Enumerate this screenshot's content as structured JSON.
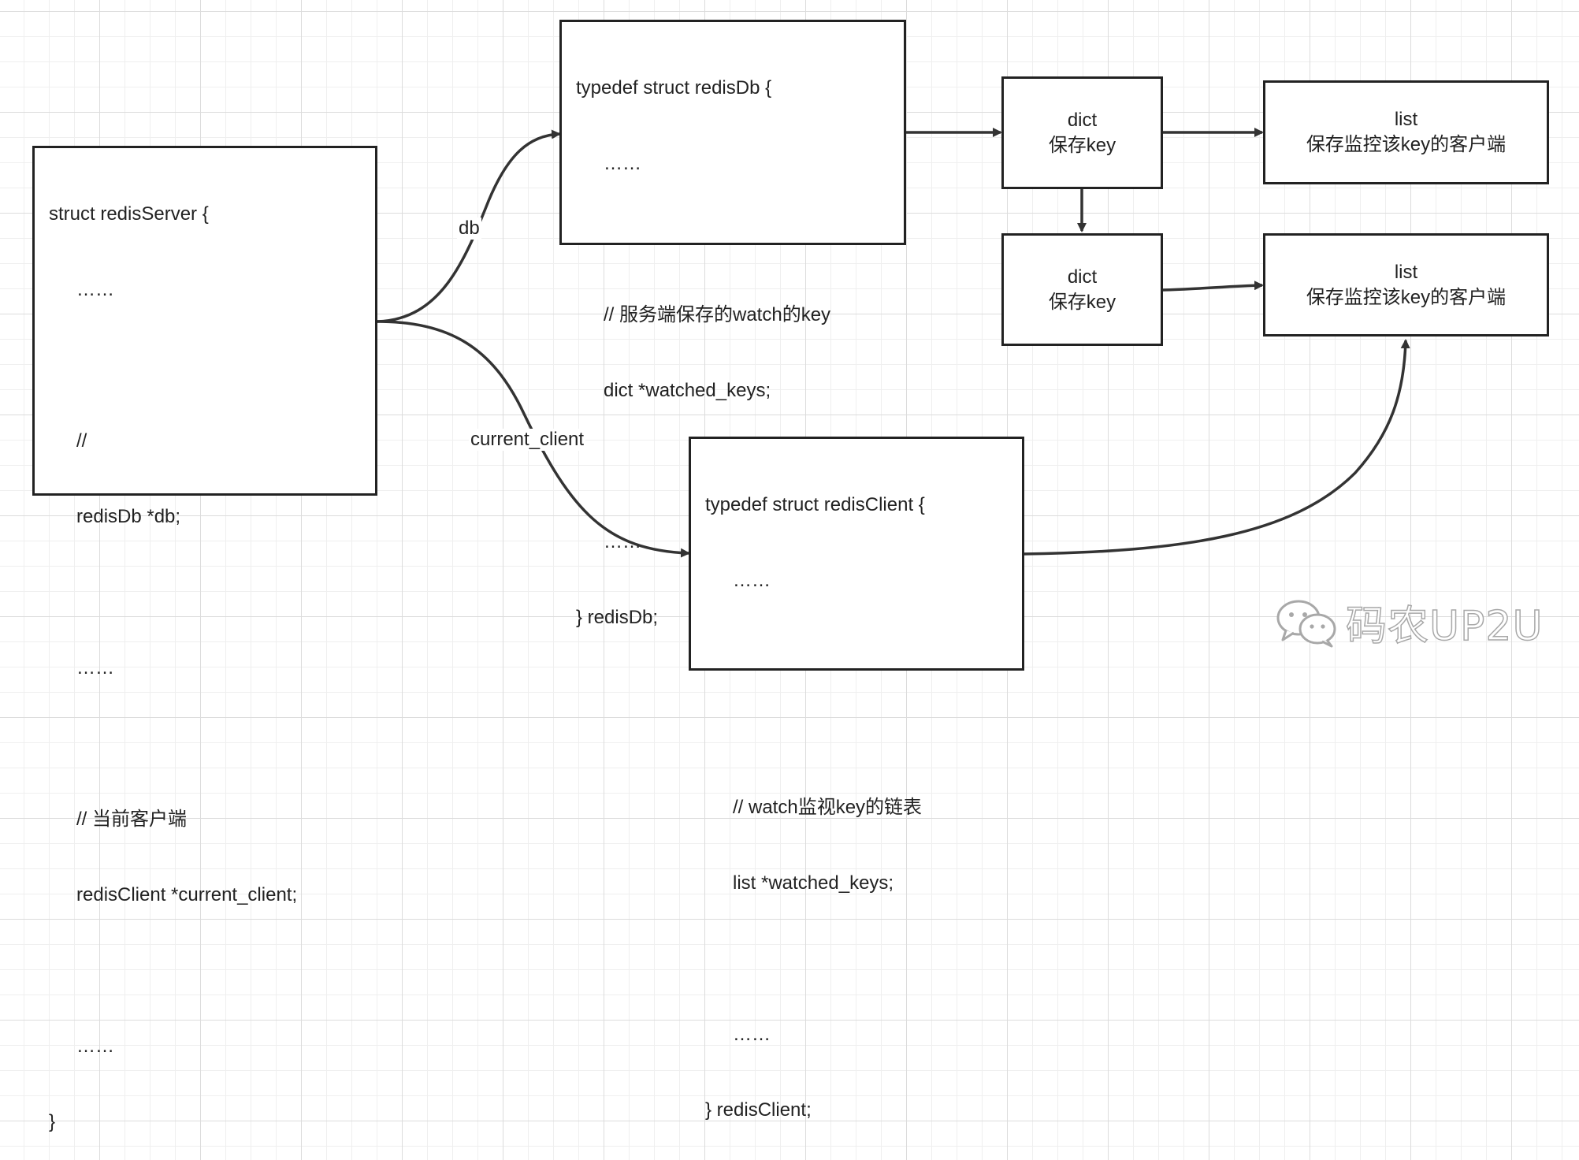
{
  "redis_server": {
    "lines": [
      "struct redisServer {",
      "……",
      "",
      "//",
      "redisDb *db;",
      "",
      "……",
      "",
      "// 当前客户端",
      "redisClient *current_client;",
      "",
      "……",
      "}"
    ]
  },
  "redis_db": {
    "lines": [
      "typedef struct redisDb {",
      "……",
      "",
      "// 服务端保存的watch的key",
      "dict *watched_keys;",
      "",
      "……",
      "} redisDb;"
    ]
  },
  "redis_client": {
    "lines": [
      "typedef struct redisClient {",
      "……",
      "",
      "",
      "// watch监视key的链表",
      "list *watched_keys;",
      "",
      "……",
      "} redisClient;"
    ]
  },
  "dict_top": {
    "line1": "dict",
    "line2": "保存key"
  },
  "dict_bottom": {
    "line1": "dict",
    "line2": "保存key"
  },
  "list_top": {
    "line1": "list",
    "line2": "保存监控该key的客户端"
  },
  "list_bottom": {
    "line1": "list",
    "line2": "保存监控该key的客户端"
  },
  "edges": {
    "db_label": "db",
    "current_client_label": "current_client"
  },
  "watermark": {
    "text": "码农UP2U",
    "icon": "wechat-icon"
  },
  "colors": {
    "stroke": "#222222",
    "grid": "#dcdcdc",
    "watermark": "#a8a8a8"
  }
}
